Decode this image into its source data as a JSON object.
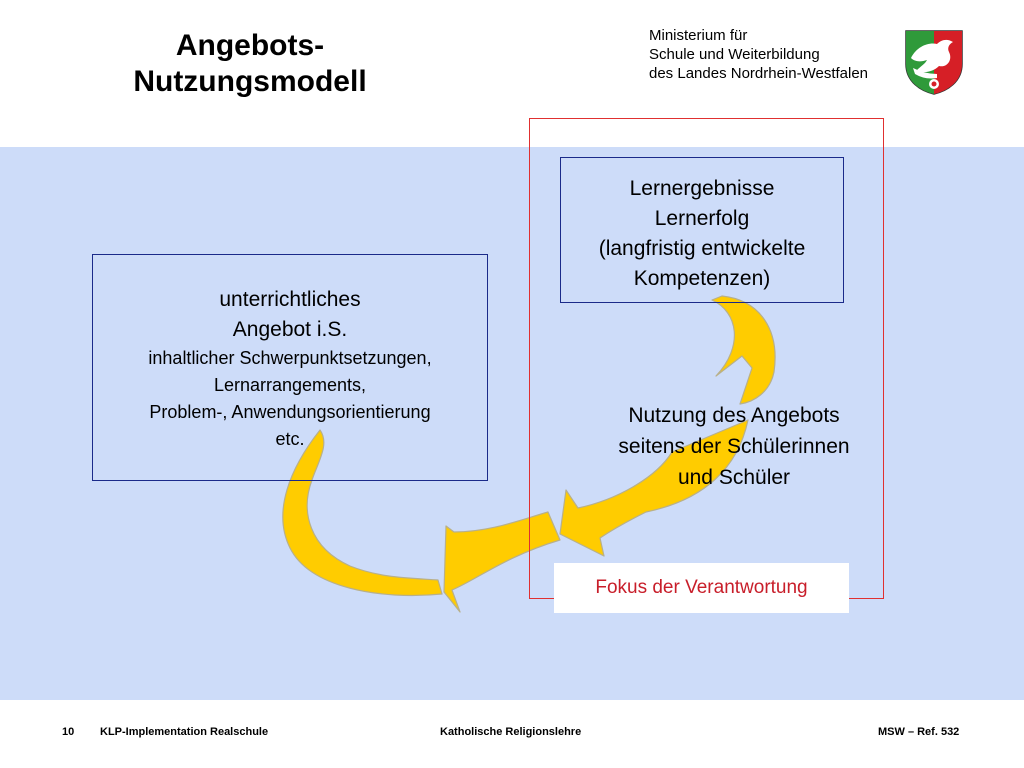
{
  "title": {
    "line1": "Angebots-",
    "line2": "Nutzungsmodell"
  },
  "ministry": {
    "line1": "Ministerium für",
    "line2": "Schule und Weiterbildung",
    "line3": "des Landes Nordrhein-Westfalen"
  },
  "left_box": {
    "line1": "unterrichtliches",
    "line2": "Angebot i.S.",
    "line3": "inhaltlicher Schwerpunktsetzungen,",
    "line4": "Lernarrangements,",
    "line5": "Problem-, Anwendungsorientierung",
    "line6": "etc."
  },
  "right_box": {
    "line1": "Lernergebnisse",
    "line2": "Lernerfolg",
    "line3": "(langfristig entwickelte",
    "line4": "Kompetenzen)"
  },
  "nutzung": {
    "line1": "Nutzung des Angebots",
    "line2": "seitens der Schülerinnen",
    "line3": "und Schüler"
  },
  "fokus": "Fokus der Verantwortung",
  "footer": {
    "page": "10",
    "left": "KLP-Implementation Realschule",
    "center": "Katholische Religionslehre",
    "right": "MSW – Ref. 532"
  },
  "colors": {
    "band": "#cddcf9",
    "arrow": "#ffcc00",
    "frame": "#e03030",
    "box_border": "#1a2a8a",
    "fokus_text": "#c81e2a"
  }
}
